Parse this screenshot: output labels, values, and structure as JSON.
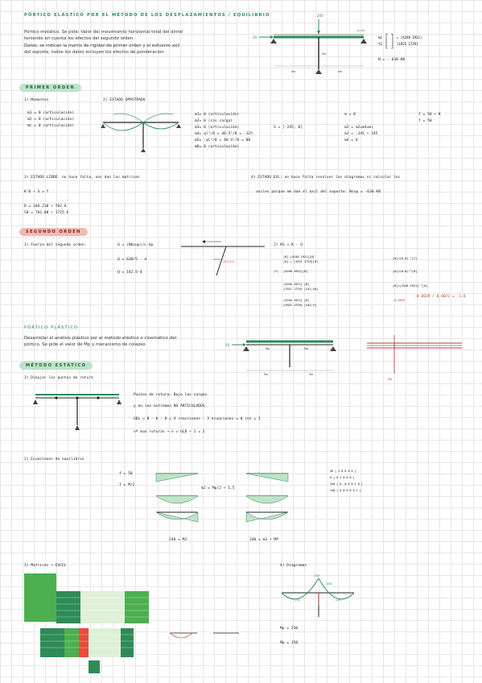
{
  "title": "PÓRTICO ELÁSTICO POR EL MÉTODO DE LOS DESPLAZAMIENTOS / EQUILIBRIO",
  "intro": {
    "line1": "Pórtico metálico. Se pide: Valor del movimiento horizontal total del dintel",
    "line2": "teniendo en cuenta los efectos del segundo orden.",
    "line3": "Datos: se indican la matriz de rigidez de primer orden y el esfuerzo axil",
    "line4": "del soporte, todos los datos incluyen los efectos de ponderación"
  },
  "frame1": {
    "load_top": "200",
    "load_left": "50",
    "span_left": "5m",
    "span_right": "4m",
    "height": "5m",
    "label_top_right": "q=40"
  },
  "matrix_eq": "N = - 630 KN",
  "sections": {
    "primer": "PRIMER ORDEN",
    "segundo": "SEGUNDO ORDEN",
    "plastico": "PÓRTICO PLÁSTICO",
    "metodo": "MÉTODO ESTÁTICO"
  },
  "primer_orden": {
    "h1": "1) Momentos",
    "m1": "m1 = 0 (articulación)",
    "m2": "m2 = 0 (articulación)",
    "m3": "mc = 0 (articulación)",
    "h2": "2) ESTADO EMPOTRADO",
    "e1": "m1= 0 (articulación)",
    "e2": "m2= 0 (sin carga)",
    "e3": "m3= 0 (articulación)",
    "e4": "m4= ql²/8 = 40·5²/8 = -125",
    "e5": "m5= -ql²/8 = 40·4²/8 = 80",
    "e6": "m6= 0 (articulación)",
    "vec": "S = [-245, 0]",
    "r1": "m = 0",
    "r2": "m2 = m2=m4=mc",
    "r3": "m3 = -245 + 245",
    "r4": "m4 = 0",
    "f1": "f = 50 + K",
    "f2": "f = 50"
  },
  "estado_libre": {
    "h3": "3) ESTADO LIBRE: no hace falta, nos dan las matrices",
    "eq": "K·D + S = f",
    "d1": "D = 104.238 + 702.8",
    "d2": "50 = 701.88 + 1725.6",
    "h4": "4) ESTADO EXL: no hace falta resolver los diagramas ni calcular los",
    "h4b": "axiles porque me dan el axil del soporte: Nsop = -630 KN"
  },
  "segundo_orden": {
    "h1": "1) Fuerza del segundo orden:",
    "q1": "Q = (NΔsup)/L·dp",
    "q2": "Q = 630/5 · d",
    "q3": "Q = 142,5·d",
    "h2": "2) KS = K - Q",
    "res": "-0.0029 / 0.0071 = -1.8"
  },
  "plastico": {
    "line1": "Desarrollar el análisis plástico por el método elástico o cinemático del",
    "line2": "pórtico. Se pide el valor de Mp y mecanismo de colapso",
    "load": "50",
    "mp_left": "Mp",
    "mp_right": "Mp",
    "span1": "5m",
    "span2": "5m",
    "right_label": "Mp"
  },
  "metodo": {
    "h1": "1) Dibujar los puntos de rotura",
    "p1": "Puntos de rotura: Bajo las cargas",
    "p2": "y en los extremos NO ARTICULADOS",
    "p3": "GDL = B - K - D = 4 reacciones - 3 ecuaciones = 0 rot = 1",
    "p4": "nº max roturas → n = GLD + 1 = 2",
    "h2": "2) Ecuaciones de equilibrio",
    "eq1": "f = 50",
    "eq2": "f = M/2",
    "eq3": "m2 = Mp/2 + 1,5",
    "eq4": "240 = M3",
    "eq5": "240 = m3 + MP",
    "h3": "3) Matrices → EXCEL",
    "h4": "4) Diagramas"
  },
  "diag": {
    "v1": "230",
    "v2": "-230",
    "v3": "150",
    "v4": "-150",
    "c1": "Mp = 230",
    "c2": "Mp = 150"
  }
}
